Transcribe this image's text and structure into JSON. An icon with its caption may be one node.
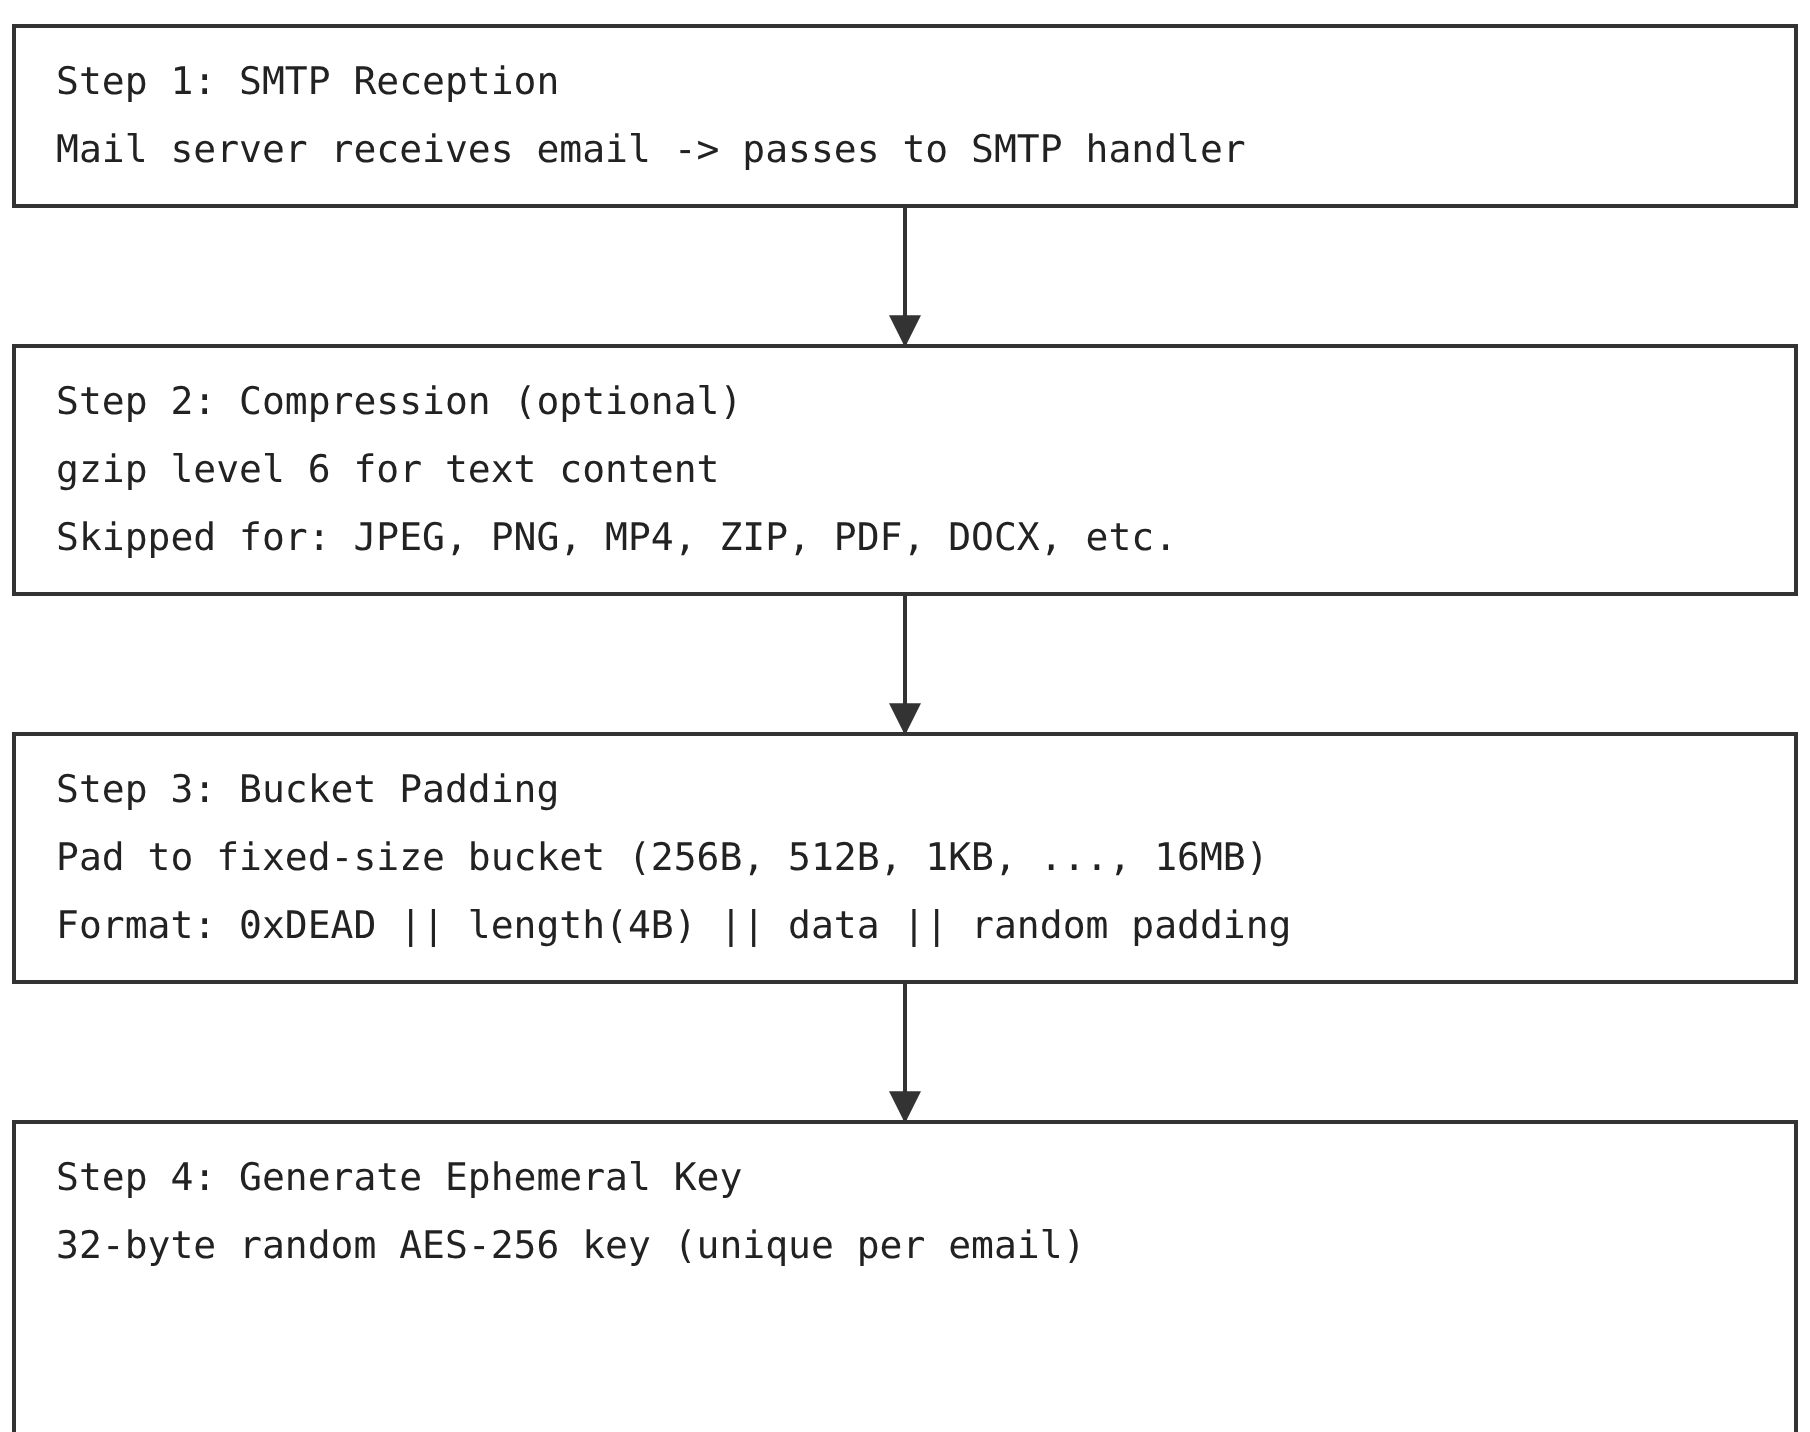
{
  "diagram": {
    "nodes": [
      {
        "text": [
          "Step 1: SMTP Reception",
          "Mail server receives email -> passes to SMTP handler"
        ]
      },
      {
        "text": [
          "Step 2: Compression (optional)",
          "gzip level 6 for text content",
          "Skipped for: JPEG, PNG, MP4, ZIP, PDF, DOCX, etc."
        ]
      },
      {
        "text": [
          "Step 3: Bucket Padding",
          "Pad to fixed-size bucket (256B, 512B, 1KB, ..., 16MB)",
          "Format: 0xDEAD || length(4B) || data || random padding"
        ]
      },
      {
        "text": [
          "Step 4: Generate Ephemeral Key",
          "32-byte random AES-256 key (unique per email)"
        ]
      }
    ],
    "edges": [
      {
        "from": 0,
        "to": 1,
        "arrow": "to"
      },
      {
        "from": 1,
        "to": 2,
        "arrow": "to"
      },
      {
        "from": 2,
        "to": 3,
        "arrow": "to"
      }
    ]
  }
}
